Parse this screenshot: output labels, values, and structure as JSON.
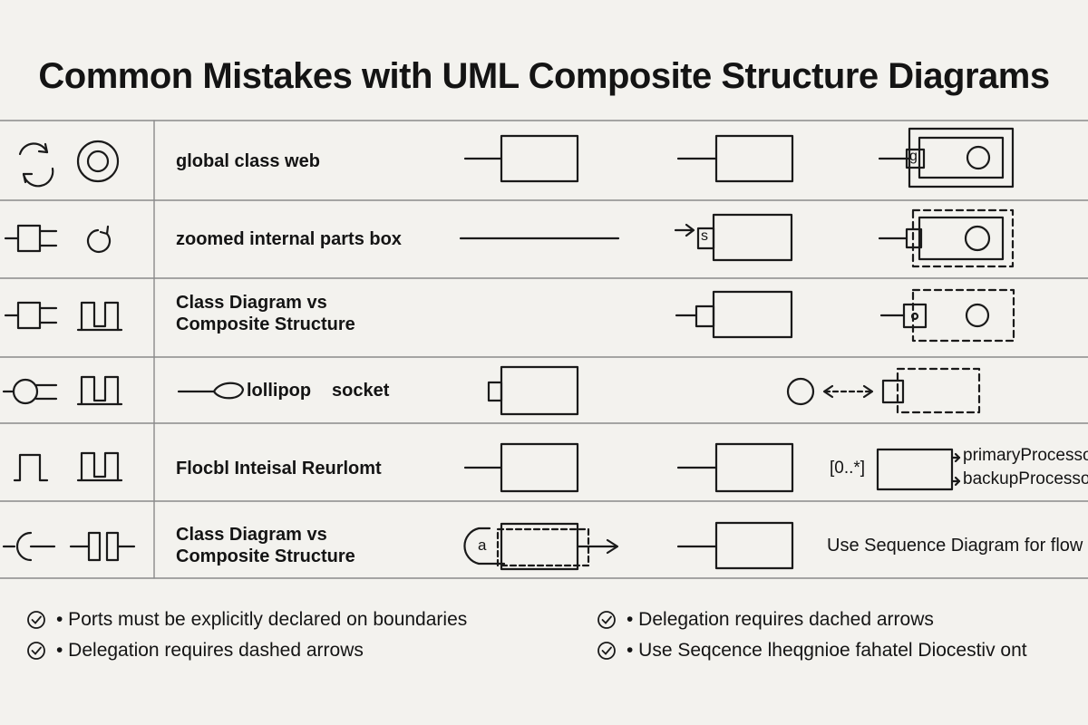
{
  "title": "Common Mistakes with UML Composite Structure Diagrams",
  "rows": [
    {
      "label_lines": [
        "global class web"
      ],
      "icons": [
        "refresh-arrows-icon",
        "target-circle-icon"
      ]
    },
    {
      "label_lines": [
        "zoomed internal parts box"
      ],
      "icons": [
        "plug-icon",
        "circular-arrow-icon"
      ]
    },
    {
      "label_lines": [
        "Class Diagram vs",
        "Composite Structure"
      ],
      "icons": [
        "plug-icon",
        "socket-bracket-icon"
      ]
    },
    {
      "label_lines": [
        "lollipop",
        "socket"
      ],
      "icons": [
        "plug-ring-icon",
        "socket-bracket-icon"
      ]
    },
    {
      "label_lines": [
        "Flocbl Inteisal Reurlomt"
      ],
      "icons": [
        "port-bracket-icon",
        "socket-bracket-icon"
      ]
    },
    {
      "label_lines": [
        "Class Diagram vs",
        "Composite Structure"
      ],
      "icons": [
        "socket-connector-icon",
        "plug-connector-icon"
      ]
    }
  ],
  "port_labels": [
    "g",
    "s",
    "a"
  ],
  "multiplicity": "[0..*]",
  "parts": [
    "primaryProcessor",
    "backupProcessor"
  ],
  "row6_note": "Use Sequence Diagram for flow",
  "bullets_left": [
    "• Ports must be explicitly declared on boundaries",
    "• Delegation requires dashed arrows"
  ],
  "bullets_right": [
    "• Delegation requires dached arrows",
    "• Use Seqcence lheqgnioe fahatel Diocestiv ont"
  ]
}
